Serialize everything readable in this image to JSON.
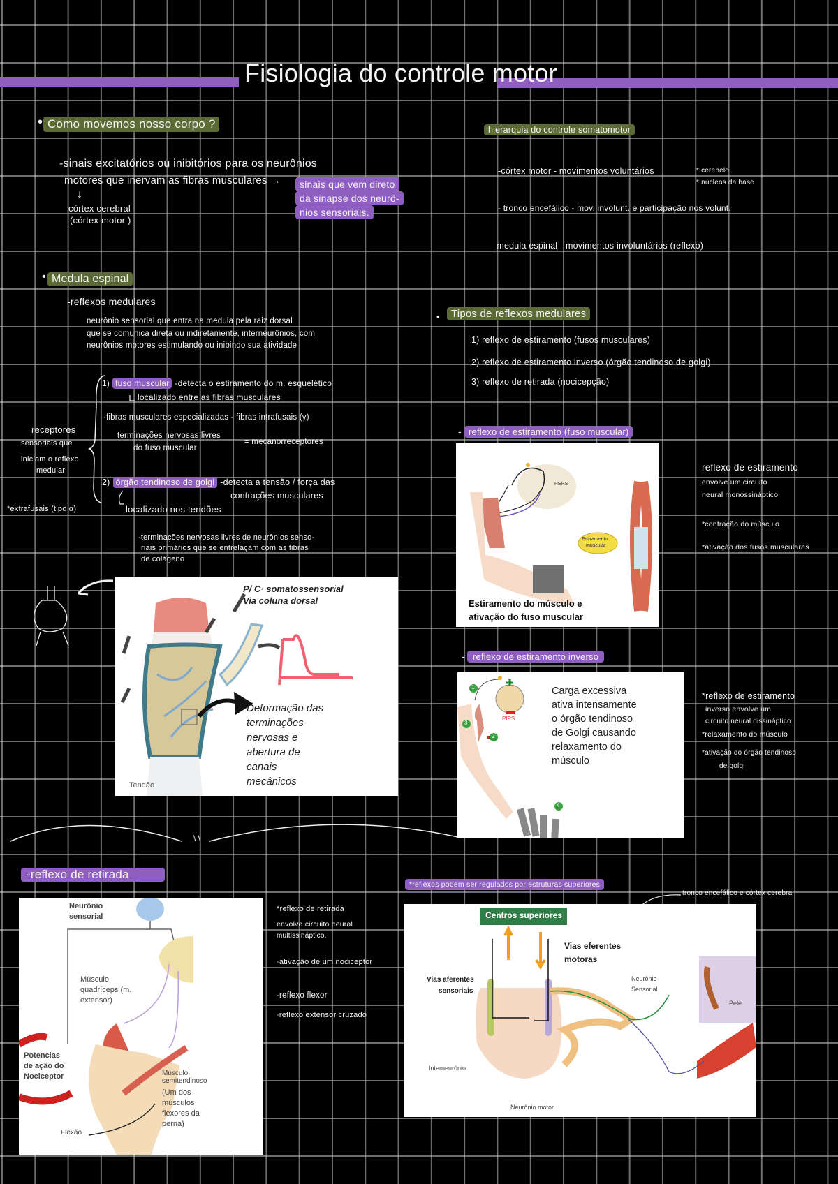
{
  "title": "Fisiologia do controle motor",
  "colors": {
    "highlight_green": "#5c6b35",
    "highlight_purple": "#8e5fc0",
    "background": "#000000"
  },
  "left": {
    "q1": {
      "heading": "Como movemos nosso corpo ?",
      "line1": "-sinais excitatórios ou inibitórios  para os  neurônios",
      "line2": "motores  que  inervam  as  fibras  musculares →",
      "callout": [
        "sinais que vem direto",
        "da sinapse dos neurô-",
        "nios sensoriais."
      ],
      "sub1": "córtex cerebral",
      "sub2": "(córtex motor )"
    },
    "medula": {
      "heading": "Medula espinal",
      "sub": "-reflexos medulares",
      "desc": [
        "neurônio sensorial que entra na medula pela raiz dorsal",
        "que se comunica direta ou indiretamente, interneurônios, com",
        "neurônios motores estimulando ou inibindo sua atividade"
      ],
      "side_label": [
        "receptores",
        "sensoriais  que",
        "iniciam  o  reflexo",
        "medular"
      ],
      "extrafusais": "*extrafusais (tipo α)",
      "item1_num": "1)",
      "item1_hl": "fuso muscular",
      "item1_text": "-detecta  o estiramento  do  m. esquelético",
      "item1_loc": "localizado entre as  fibras  musculares",
      "fibras": "·fibras musculares especializadas - fibras intrafusais (γ)",
      "term1": "terminações  nervosas  livres",
      "term2": "do  fuso  muscular",
      "mecano": "= mecanorreceptores",
      "item2_num": "2)",
      "item2_hl": "órgão tendinoso de golgi",
      "item2_text": "-detecta  a tensão / força  das",
      "item2_text2": "contrações  musculares",
      "item2_loc": "localizado nos tendões",
      "term_desc": [
        "·terminações nervosas livres de neurônios senso-",
        "riais primários que se entrelaçam com as fibras",
        "de colágeno"
      ]
    },
    "fuso_figure": {
      "label_top": [
        "P/ C· somatossensorial",
        "Via coluna dorsal"
      ],
      "label_def": [
        "Deformação das",
        "terminações",
        "nervosas e",
        "abertura de",
        "canais",
        "mecânicos"
      ],
      "tendao": "Tendão"
    },
    "retirada": {
      "heading": "-reflexo de retirada",
      "figure": {
        "neuronio": [
          "Neurônio",
          "sensorial"
        ],
        "quadriceps": [
          "Músculo",
          "quadríceps (m.",
          "extensor)"
        ],
        "potencias": [
          "Potencias",
          "de ação do",
          "Nociceptor"
        ],
        "semitend": [
          "Músculo",
          "semitendinoso"
        ],
        "um_dos": [
          "(Um dos",
          "músculos",
          "flexores da",
          "perna)"
        ],
        "flexao": "Flexão"
      },
      "notes": [
        "*reflexo de retirada",
        "envolve circuito neural",
        "multissináptico.",
        "·ativação de um nociceptor",
        "·reflexo  flexor",
        "·reflexo extensor cruzado"
      ]
    }
  },
  "right": {
    "hierarquia": {
      "heading": "hierarquia do controle somatomotor",
      "l1": "-córtex  motor - movimentos  voluntários",
      "l2": "- tronco  encefálico - mov. involunt.  e  participação  nos  volunt.",
      "l3": "-medula  espinal -  movimentos  involuntários (reflexo)",
      "side1": "* cerebelo",
      "side2": "* núcleos  da base"
    },
    "tipos": {
      "heading": "Tipos de reflexos medulares",
      "items": [
        "1) reflexo de estiramento (fusos musculares)",
        "2) reflexo de estiramento inverso (órgão tendinoso de golgi)",
        "3) reflexo de retirada (nocicepção)"
      ]
    },
    "estiramento": {
      "heading": "reflexo de estiramento (fuso muscular)",
      "figure": {
        "reps": "REPS",
        "badge": [
          "Estiramento",
          "muscular"
        ],
        "caption": [
          "Estiramento do músculo e",
          "ativação do fuso muscular"
        ]
      },
      "notes": [
        "reflexo de estiramento",
        "envolve um circuito",
        "neural monossináptico",
        "*contração do músculo",
        "*ativação dos fusos musculares"
      ]
    },
    "inverso": {
      "heading": "reflexo de estiramento inverso",
      "figure": {
        "text": [
          "Carga excessiva",
          "ativa intensamente",
          "o órgão tendinoso",
          "de Golgi causando",
          "relaxamento do",
          "músculo"
        ],
        "pips": "PIPS",
        "steps": [
          "1",
          "2",
          "3",
          "4"
        ]
      },
      "notes": [
        "*reflexo de estiramento",
        "inverso envolve um",
        "circuito neural dissináptico",
        "*relaxamento do músculo",
        "*ativação do órgão tendinoso",
        "de golgi"
      ]
    },
    "superiores": {
      "heading": "*reflexos podem ser regulados por estruturas  superiores",
      "aside": "tronco encefálico  e  córtex cerebral",
      "figure": {
        "centros": "Centros superiores",
        "eferentes": [
          "Vias eferentes",
          "motoras"
        ],
        "aferentes": [
          "Vias aferentes",
          "sensoriais"
        ],
        "neuronio_sens": [
          "Neurônio",
          "Sensorial"
        ],
        "pele": "Pele",
        "inter": "Interneurônio",
        "motor": "Neurônio motor"
      }
    }
  }
}
